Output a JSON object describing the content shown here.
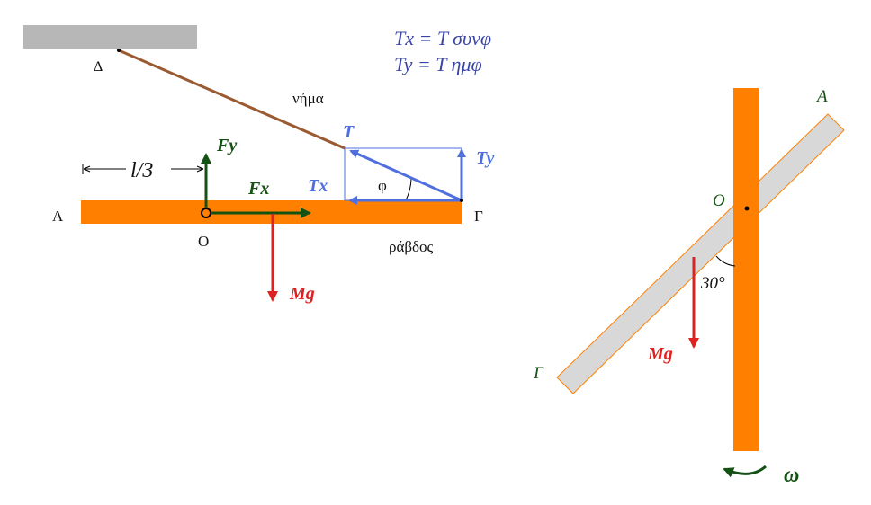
{
  "colors": {
    "rod": "#ff8000",
    "ceiling": "#b7b7b7",
    "string": "#9a5a32",
    "tension": "#4f6fdf",
    "tension_box": "#4f6fdf",
    "pivot_force": "#145214",
    "weight": "#dd2222",
    "formula": "#3a45a8",
    "black": "#111111",
    "grey_rod": "#d8d8d8",
    "grey_rod_edge": "#ff8000"
  },
  "formulas": {
    "tx": "Tx = T συνφ",
    "ty": "Ty = T ημφ"
  },
  "left_figure": {
    "ceiling_point": "Δ",
    "string_label": "νήμα",
    "end_a": "Α",
    "end_g": "Γ",
    "pivot": "O",
    "rod_label": "ράβδος",
    "distance_label": "l/3",
    "angle_label": "φ",
    "force_t": "T",
    "force_tx": "Tx",
    "force_ty": "Ty",
    "force_fx": "Fx",
    "force_fy": "Fy",
    "force_mg": "Mg"
  },
  "right_figure": {
    "end_a": "A",
    "end_g": "Γ",
    "pivot": "O",
    "angle_label": "30°",
    "force_mg": "Mg",
    "omega": "ω"
  }
}
